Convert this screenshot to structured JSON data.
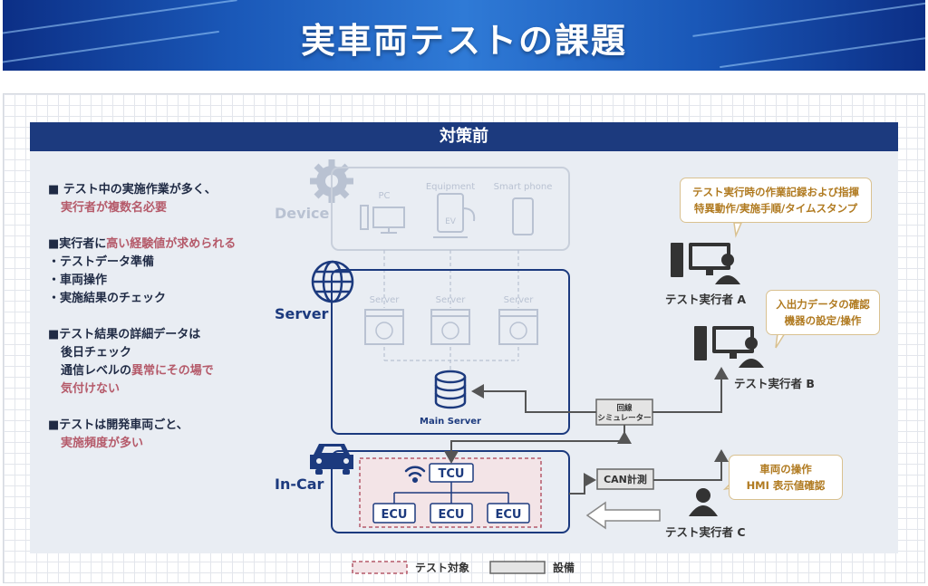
{
  "header": {
    "title": "実車両テストの課題"
  },
  "panel": {
    "title": "対策前"
  },
  "notes": {
    "b1_l1": "■ テスト中の実施作業が多く、",
    "b1_l2": "実行者が複数名必要",
    "b2_l1a": "■実行者に",
    "b2_l1b": "高い経験値が求められる",
    "b2_i1": "・テストデータ準備",
    "b2_i2": "・車両操作",
    "b2_i3": "・実施結果のチェック",
    "b3_l1": "■テスト結果の詳細データは",
    "b3_l2": "後日チェック",
    "b3_l3a": "通信レベルの",
    "b3_l3b": "異常にその場で",
    "b3_l4": "気付けない",
    "b4_l1": "■テストは開発車両ごと、",
    "b4_l2": "実施頻度が多い"
  },
  "diagram": {
    "device_label": "Device",
    "pc_label": "PC",
    "equipment_label": "Equipment",
    "ev_label": "EV",
    "smartphone_label": "Smart phone",
    "server_label": "Server",
    "server_box_label": "Server",
    "main_server_label": "Main Server",
    "incar_label": "In-Car",
    "tcu_label": "TCU",
    "ecu_label": "ECU",
    "simulator_l1": "回線",
    "simulator_l2": "シミュレーター",
    "can_label": "CAN計測"
  },
  "callouts": {
    "a_l1": "テスト実行時の作業記録および指揮",
    "a_l2": "特異動作/実施手順/タイムスタンプ",
    "b_l1": "入出力データの確認",
    "b_l2": "機器の設定/操作",
    "c_l1": "車両の操作",
    "c_l2": "HMI 表示値確認"
  },
  "testers": {
    "a": "テスト実行者 A",
    "b": "テスト実行者 B",
    "c": "テスト実行者 C"
  },
  "legend": {
    "target": "テスト対象",
    "equipment": "設備"
  },
  "colors": {
    "navy": "#1c3a7e",
    "accent_red": "#b55a6a",
    "callout_border": "#d9c190",
    "callout_text": "#b07a20"
  }
}
